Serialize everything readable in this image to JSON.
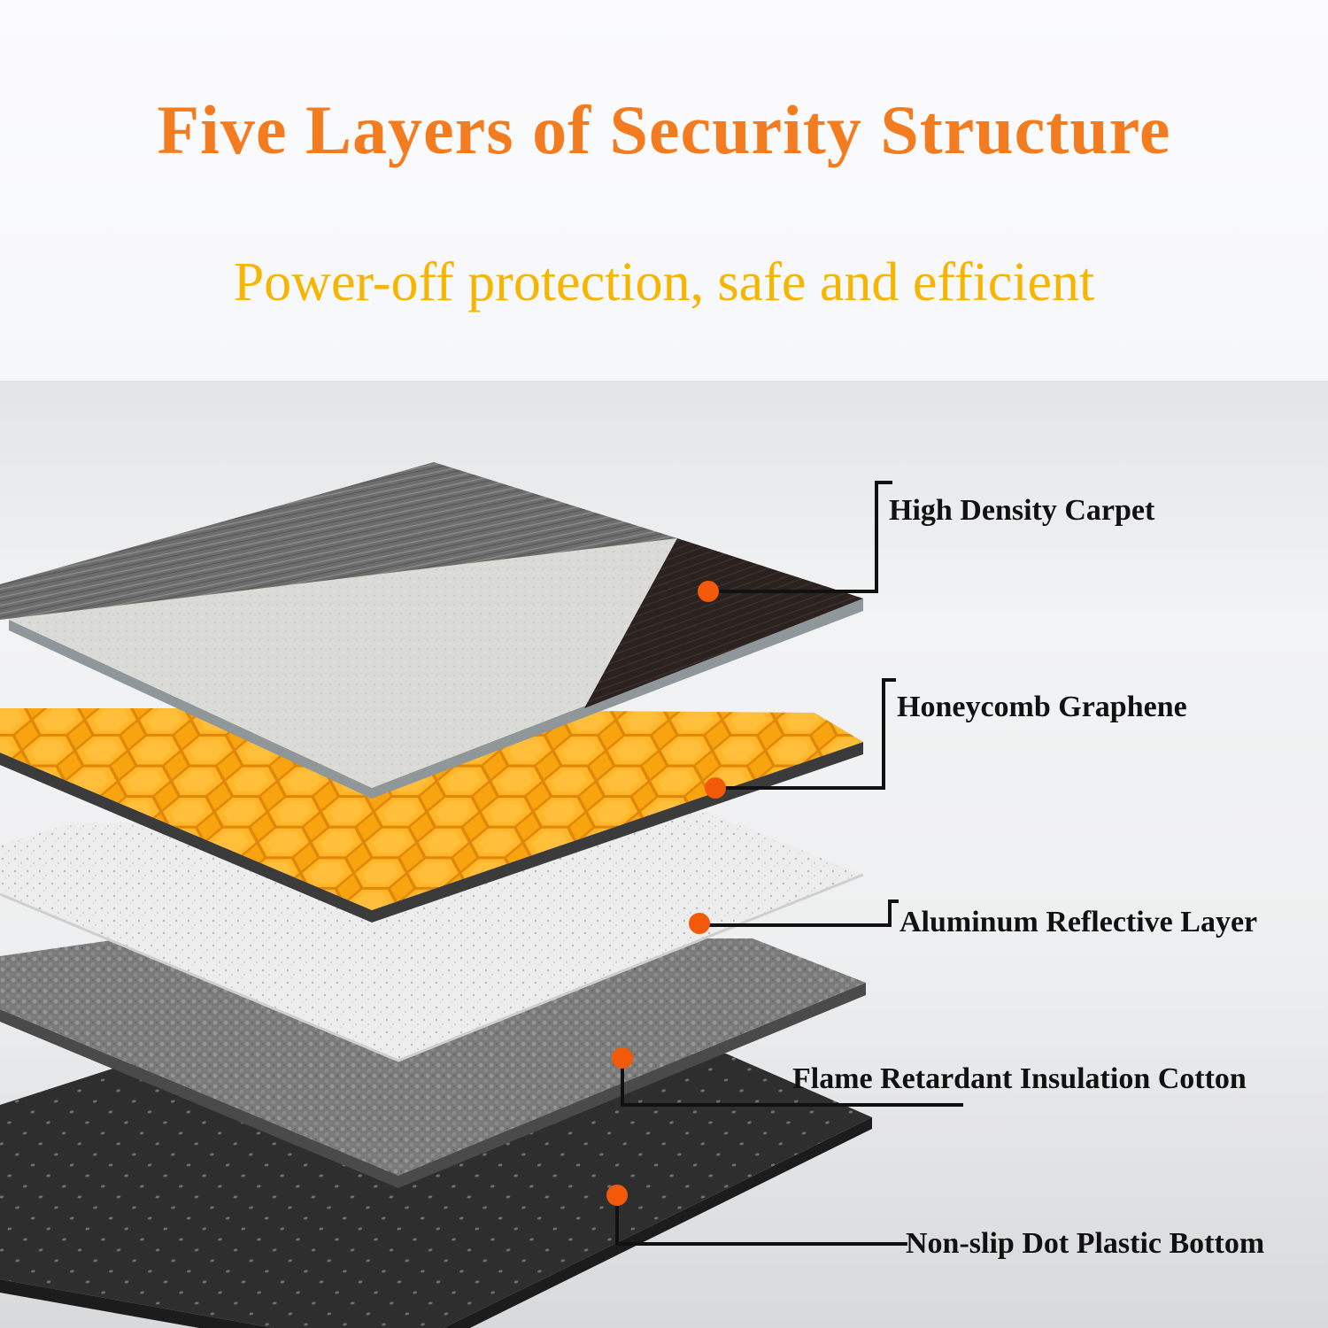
{
  "header": {
    "title": "Five Layers of Security Structure",
    "subtitle": "Power-off protection, safe and efficient"
  },
  "colors": {
    "title": "#f47c20",
    "subtitle": "#f7b500",
    "marker": "#f25a0a",
    "carpet_light": "#d9d9d6",
    "carpet_dark": "#6e6f6e",
    "carpet_corner": "#2b211f",
    "honeycomb": "#f8a40e",
    "aluminum": "#ececec",
    "insulation": "#7b7b7b",
    "bottom": "#2f2f2f"
  },
  "layers": [
    {
      "label": "High Density Carpet"
    },
    {
      "label": "Honeycomb Graphene"
    },
    {
      "label": "Aluminum Reflective Layer"
    },
    {
      "label": "Flame Retardant Insulation Cotton"
    },
    {
      "label": "Non-slip Dot Plastic Bottom"
    }
  ]
}
